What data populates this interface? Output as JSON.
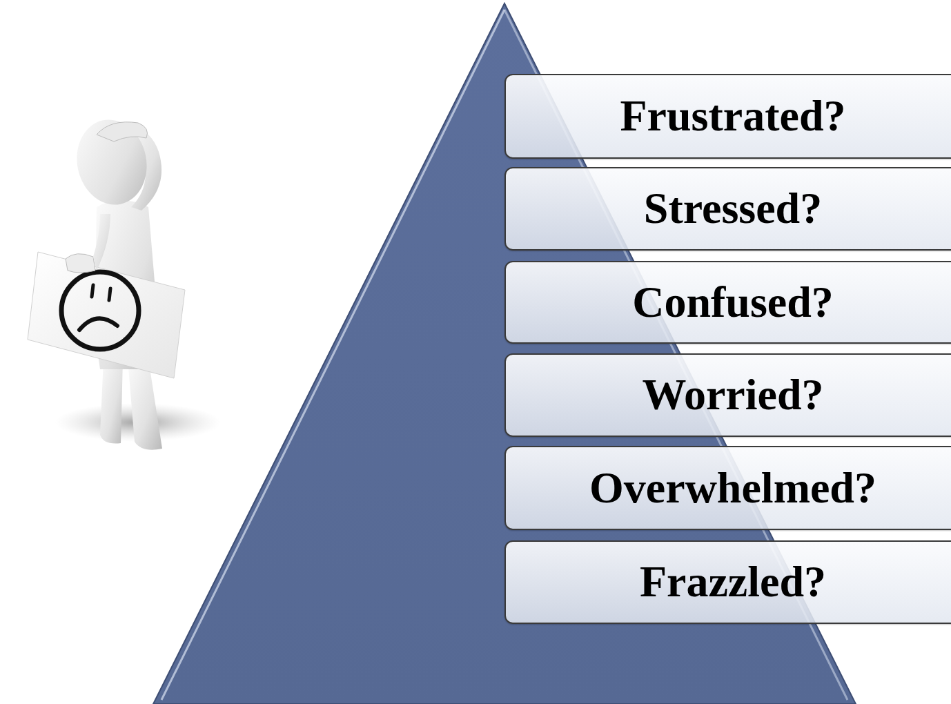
{
  "diagram": {
    "nodes": [
      {
        "text": [
          "Frustrated?"
        ]
      },
      {
        "text": [
          "Stressed?"
        ]
      },
      {
        "text": [
          "Confused?"
        ]
      },
      {
        "text": [
          "Worried?"
        ]
      },
      {
        "text": [
          "Overwhelmed?"
        ]
      },
      {
        "text": [
          "Frazzled?"
        ]
      }
    ]
  }
}
